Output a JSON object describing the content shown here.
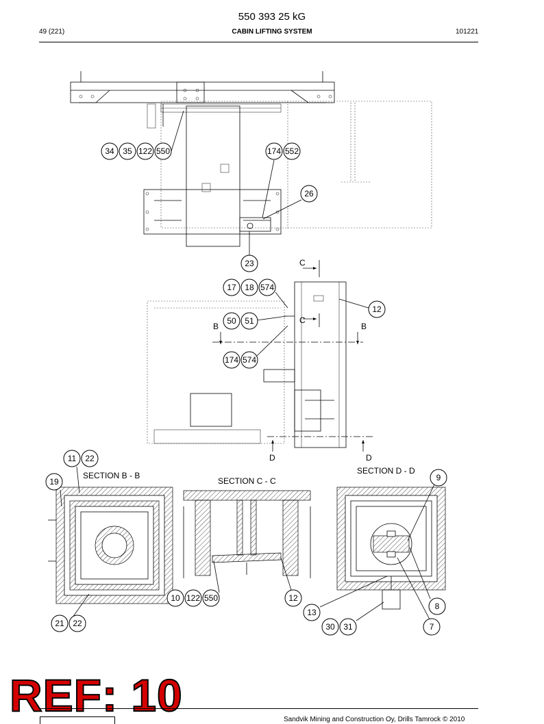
{
  "header": {
    "title": "550 393 25 kG",
    "page": "49 (221)",
    "subtitle": "CABIN LIFTING SYSTEM",
    "date": "101221"
  },
  "footer": {
    "copyright": "Sandvik Mining and Construction Oy, Drills Tamrock © 2010"
  },
  "ref_label": "REF: 10",
  "section_labels": {
    "b": "SECTION B - B",
    "c": "SECTION C - C",
    "d": "SECTION D - D"
  },
  "cut_markers": {
    "c": "C",
    "b": "B",
    "d": "D"
  },
  "callouts": {
    "c34": "34",
    "c35": "35",
    "c122a": "122",
    "c550a": "550",
    "c174a": "174",
    "c552": "552",
    "c26": "26",
    "c23": "23",
    "c17": "17",
    "c18": "18",
    "c574a": "574",
    "c12a": "12",
    "c50": "50",
    "c51": "51",
    "c174b": "174",
    "c574b": "574",
    "c11": "11",
    "c22a": "22",
    "c19": "19",
    "c9": "9",
    "c10": "10",
    "c122b": "122",
    "c550b": "550",
    "c12b": "12",
    "c13": "13",
    "c8": "8",
    "c21": "21",
    "c22b": "22",
    "c30": "30",
    "c31": "31",
    "c7": "7"
  },
  "colors": {
    "ref_fill": "#d40000",
    "line": "#000000"
  }
}
